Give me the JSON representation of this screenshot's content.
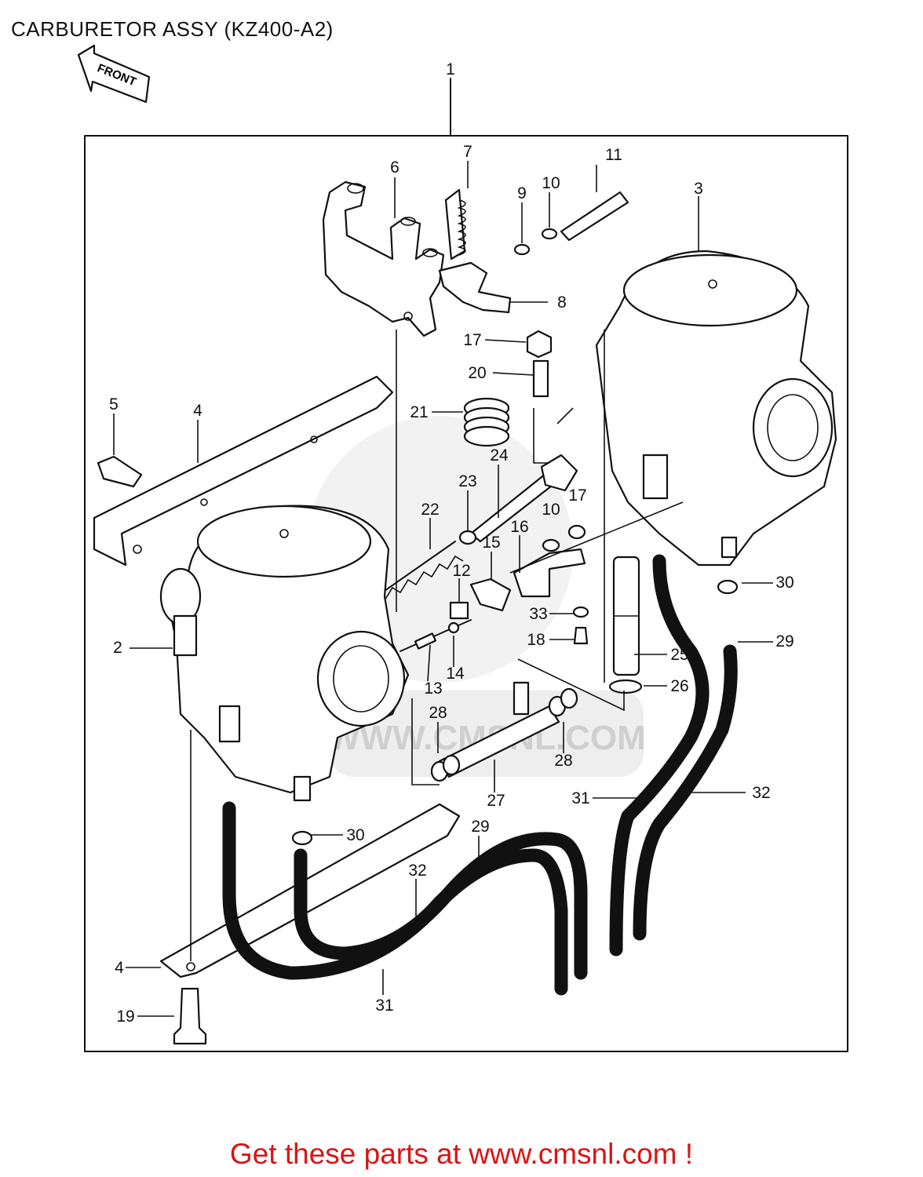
{
  "title": "CARBURETOR ASSY (KZ400-A2)",
  "front_badge": "FRONT",
  "watermark_text": "WWW.CMSNL.COM",
  "footer": "Get these parts at www.cmsnl.com !",
  "callouts": [
    "1",
    "2",
    "3",
    "4",
    "5",
    "6",
    "7",
    "8",
    "9",
    "10",
    "11",
    "12",
    "13",
    "14",
    "15",
    "16",
    "17",
    "18",
    "19",
    "20",
    "21",
    "22",
    "23",
    "24",
    "25",
    "26",
    "27",
    "28",
    "29",
    "30",
    "31",
    "32",
    "33",
    "4",
    "10",
    "17",
    "28",
    "29",
    "30",
    "31",
    "32"
  ],
  "colors": {
    "footer": "#d91414",
    "line": "#111111",
    "watermark": "#e7e7e7"
  }
}
